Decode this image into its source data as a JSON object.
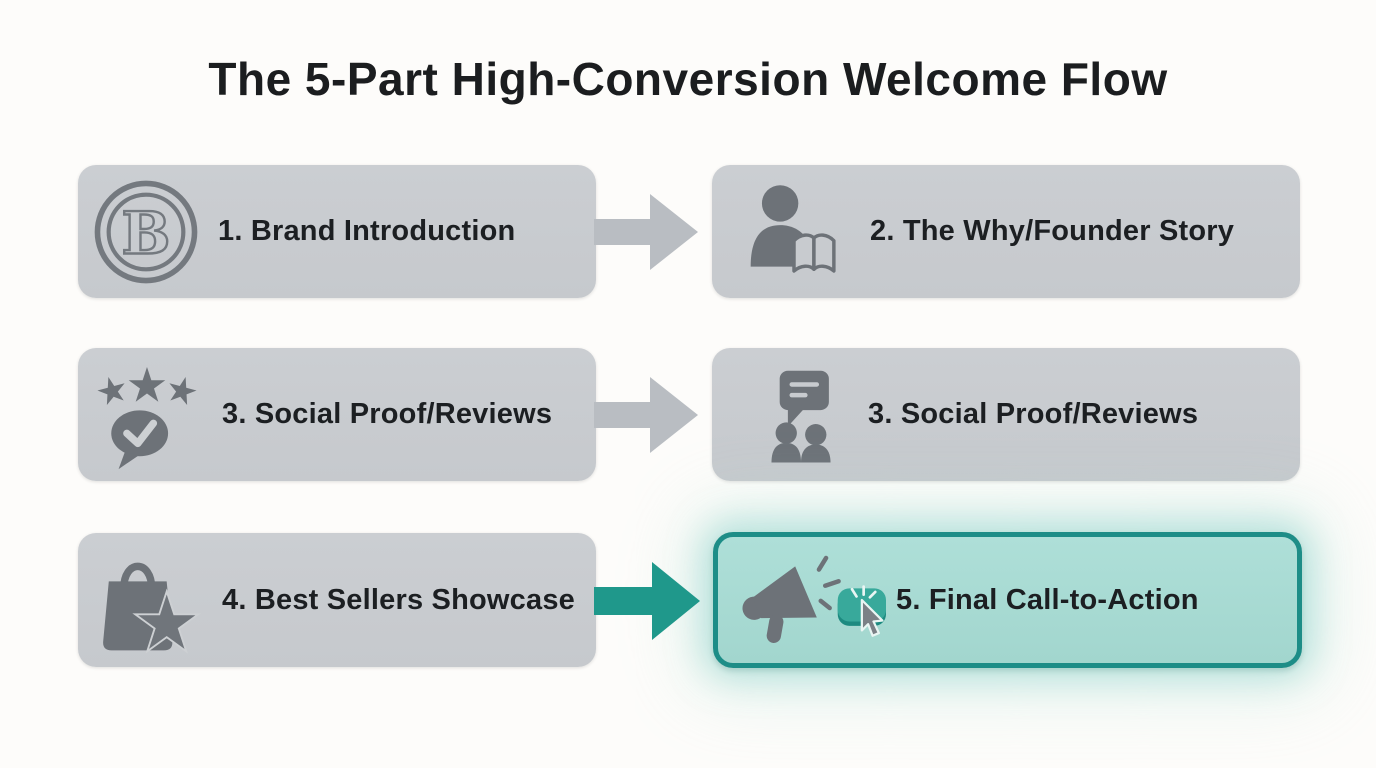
{
  "title": "The 5-Part High-Conversion Welcome Flow",
  "steps": [
    {
      "label": "1. Brand Introduction",
      "icon": "brand-logo-icon",
      "highlighted": false
    },
    {
      "label": "2. The Why/Founder Story",
      "icon": "person-reading-book-icon",
      "highlighted": false
    },
    {
      "label": "3. Social Proof/Reviews",
      "icon": "stars-review-bubble-icon",
      "highlighted": false
    },
    {
      "label": "3. Social Proof/Reviews",
      "icon": "community-chat-icon",
      "highlighted": false
    },
    {
      "label": "4. Best Sellers Showcase",
      "icon": "shopping-bag-star-icon",
      "highlighted": false
    },
    {
      "label": "5. Final Call-to-Action",
      "icon": "megaphone-cta-button-icon",
      "highlighted": true
    }
  ],
  "arrows": [
    {
      "from": "1. Brand Introduction",
      "to": "2. The Why/Founder Story",
      "style": "gray"
    },
    {
      "from": "3. Social Proof/Reviews",
      "to": "3. Social Proof/Reviews",
      "style": "gray"
    },
    {
      "from": "4. Best Sellers Showcase",
      "to": "5. Final Call-to-Action",
      "style": "teal"
    }
  ],
  "colors": {
    "background": "#fdfcfa",
    "box_gray": "#c8cbcf",
    "icon_gray": "#6d7278",
    "text": "#1c1f22",
    "arrow_gray": "#b9bdc2",
    "teal_arrow": "#1f988b",
    "teal_box_fill": "#a8dad2",
    "teal_box_border": "#1d8d87",
    "cta_button_teal": "#38a99b"
  }
}
